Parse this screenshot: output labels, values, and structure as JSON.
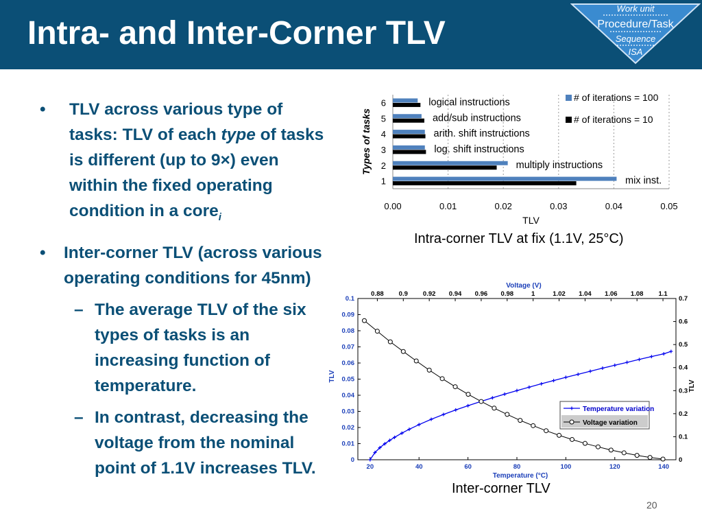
{
  "slide": {
    "title": "Intra- and Inter-Corner TLV",
    "page_number": "20",
    "badge": {
      "items": [
        "Work unit",
        "Procedure/Task",
        "Sequence",
        "ISA"
      ],
      "active": "Procedure/Task"
    },
    "bullet1": {
      "line1": "TLV across various type of",
      "line2_pre": "tasks: TLV of each ",
      "line2_em": "type",
      "line2_post": " of tasks",
      "line3": "is different (up to 9×) even",
      "line4": "within the fixed operating",
      "line5": "condition in a core",
      "line5_sub": "i"
    },
    "bullet2": {
      "line1": "Inter-corner TLV (across various",
      "line2": "operating conditions for 45nm)"
    },
    "sub1": {
      "line1": "The average TLV of the six",
      "line2": "types of tasks is an",
      "line3": "increasing function of",
      "line4": "temperature."
    },
    "sub2": {
      "line1": "In contrast, decreasing the",
      "line2": "voltage from the nominal",
      "line3": "point of 1.1V increases TLV."
    },
    "bullet_glyph": "•",
    "dash_glyph": "–",
    "caption1": "Intra-corner TLV at fix (1.1V, 25°C)",
    "caption2": "Inter-corner TLV"
  },
  "chart_data": [
    {
      "type": "bar",
      "orientation": "horizontal",
      "categories": [
        "1",
        "2",
        "3",
        "4",
        "5",
        "6"
      ],
      "category_labels": [
        "mix inst.",
        "multiply instructions",
        "log. shift instructions",
        "arith. shift instructions",
        "add/sub instructions",
        "logical instructions"
      ],
      "series": [
        {
          "name": "# of iterations  = 100",
          "color": "#4f81bd",
          "values": [
            0.0405,
            0.0208,
            0.0058,
            0.0058,
            0.0052,
            0.0045
          ]
        },
        {
          "name": "# of iterations  = 10",
          "color": "#000000",
          "values": [
            0.0332,
            0.0188,
            0.006,
            0.0059,
            0.0057,
            0.005
          ]
        }
      ],
      "xlabel": "TLV",
      "ylabel": "Types of tasks",
      "xlim": [
        0,
        0.05
      ],
      "xticks": [
        "0.00",
        "0.01",
        "0.02",
        "0.03",
        "0.04",
        "0.05"
      ],
      "grid": true,
      "legend": "top-right"
    },
    {
      "type": "line",
      "xlabel": "Temperature (°C)",
      "ylabel": "TLV",
      "x2label": "Voltage (V)",
      "y2label": "TLV",
      "xlim": [
        15,
        145
      ],
      "ylim": [
        0,
        0.1
      ],
      "x2lim": [
        0.865,
        1.11
      ],
      "y2lim": [
        0,
        0.7
      ],
      "xticks": [
        "20",
        "40",
        "60",
        "80",
        "100",
        "120",
        "140"
      ],
      "yticks": [
        "0",
        "0.01",
        "0.02",
        "0.03",
        "0.04",
        "0.05",
        "0.06",
        "0.07",
        "0.08",
        "0.09",
        "0.1"
      ],
      "x2ticks": [
        "0.88",
        "0.9",
        "0.92",
        "0.94",
        "0.96",
        "0.98",
        "1",
        "1.02",
        "1.04",
        "1.06",
        "1.08",
        "1.1"
      ],
      "y2ticks": [
        "0",
        "0.1",
        "0.2",
        "0.3",
        "0.4",
        "0.5",
        "0.6",
        "0.7"
      ],
      "legend": "right-middle",
      "series": [
        {
          "name": "Temperature variation",
          "color": "#0000ee",
          "marker": "star",
          "axis": "bottom-left",
          "x": [
            20,
            22,
            24,
            26,
            28,
            30,
            33,
            36,
            40,
            45,
            50,
            55,
            60,
            65,
            70,
            75,
            80,
            85,
            90,
            95,
            100,
            105,
            110,
            115,
            120,
            125,
            130,
            135,
            140,
            143
          ],
          "y": [
            0.0,
            0.0045,
            0.0075,
            0.0099,
            0.012,
            0.0139,
            0.0165,
            0.0189,
            0.0218,
            0.0251,
            0.0281,
            0.0309,
            0.0335,
            0.036,
            0.0384,
            0.0407,
            0.0429,
            0.045,
            0.0471,
            0.0491,
            0.0511,
            0.053,
            0.0549,
            0.0568,
            0.0586,
            0.0604,
            0.0622,
            0.064,
            0.0657,
            0.0672
          ]
        },
        {
          "name": "Voltage variation",
          "color": "#000000",
          "marker": "circle",
          "axis": "top-right",
          "x": [
            0.87,
            0.88,
            0.89,
            0.9,
            0.91,
            0.92,
            0.93,
            0.94,
            0.95,
            0.96,
            0.97,
            0.98,
            0.99,
            1.0,
            1.01,
            1.02,
            1.03,
            1.04,
            1.05,
            1.06,
            1.07,
            1.08,
            1.09,
            1.1
          ],
          "y": [
            0.604,
            0.558,
            0.512,
            0.47,
            0.429,
            0.389,
            0.352,
            0.317,
            0.284,
            0.253,
            0.224,
            0.197,
            0.171,
            0.148,
            0.126,
            0.106,
            0.088,
            0.071,
            0.056,
            0.042,
            0.03,
            0.019,
            0.01,
            0.003
          ]
        }
      ]
    }
  ]
}
